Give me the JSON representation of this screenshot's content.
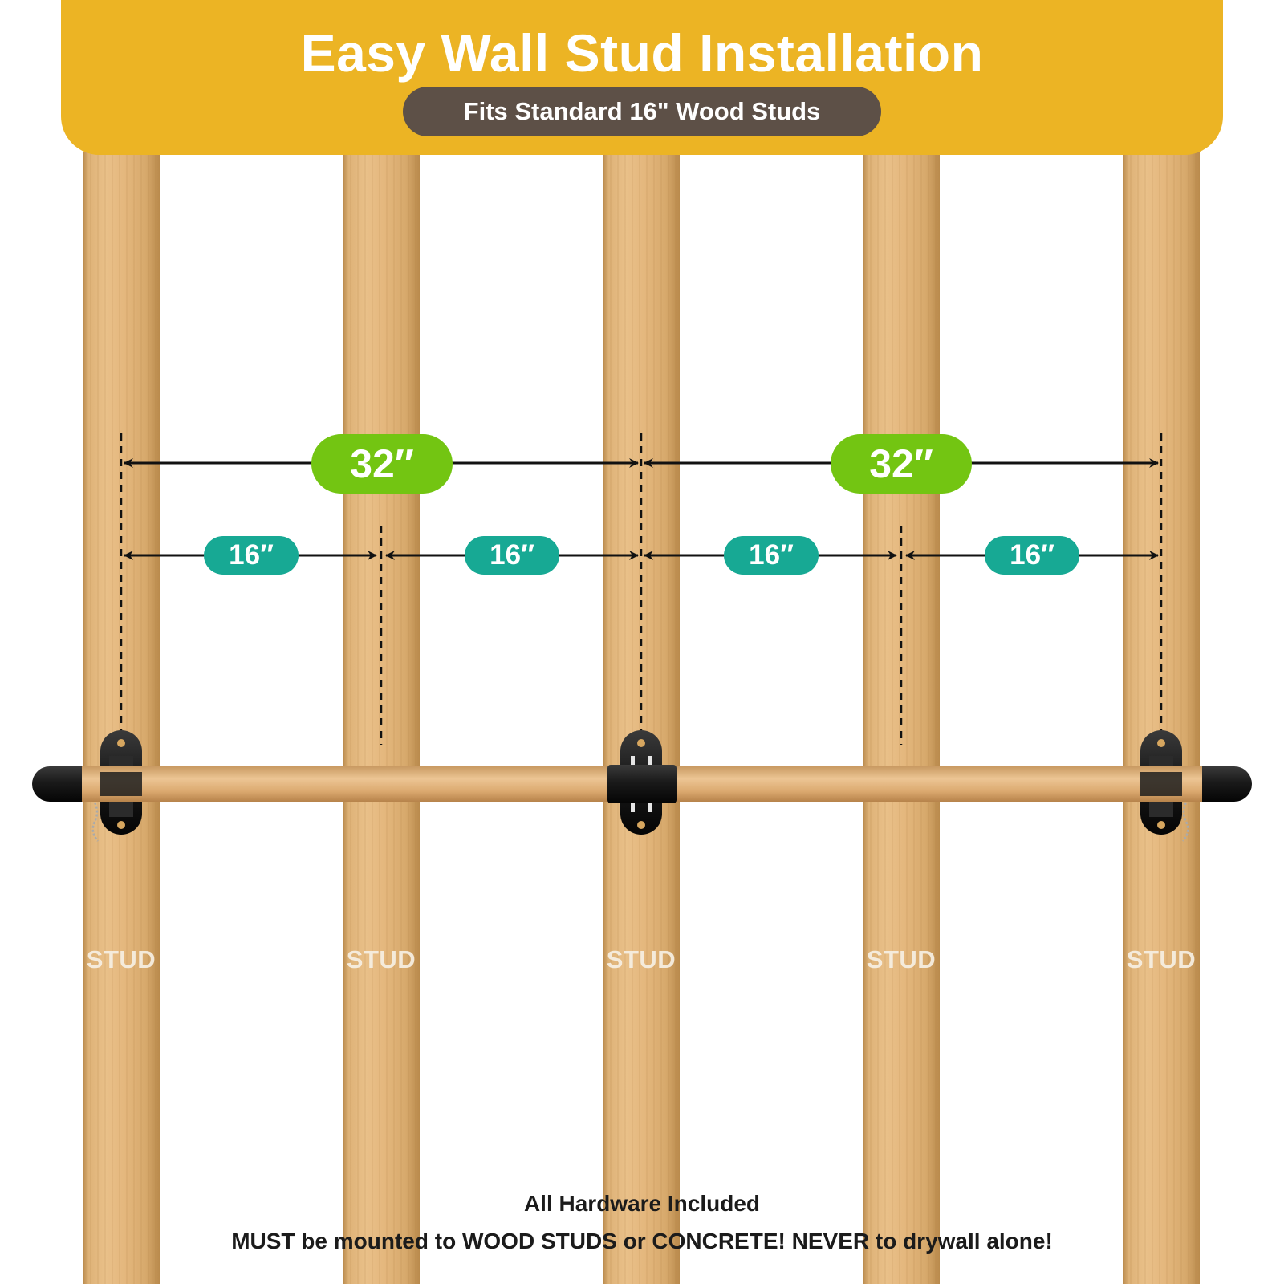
{
  "banner": {
    "title": "Easy Wall Stud Installation",
    "subtitle": "Fits Standard 16\" Wood Studs"
  },
  "studs": [
    {
      "label": "STUD"
    },
    {
      "label": "STUD"
    },
    {
      "label": "STUD"
    },
    {
      "label": "STUD"
    },
    {
      "label": "STUD"
    }
  ],
  "measurements": {
    "span_large": [
      "32″",
      "32″"
    ],
    "span_small": [
      "16″",
      "16″",
      "16″",
      "16″"
    ]
  },
  "footer": {
    "line1": "All Hardware Included",
    "line2": "MUST be mounted to WOOD STUDS or CONCRETE! NEVER to drywall alone!"
  },
  "colors": {
    "banner": "#ecb424",
    "subtitle_pill": "#5d5047",
    "pill_32": "#73c512",
    "pill_16": "#17a994",
    "wood": "#e4b77d",
    "hardware": "#1c1c1c"
  }
}
